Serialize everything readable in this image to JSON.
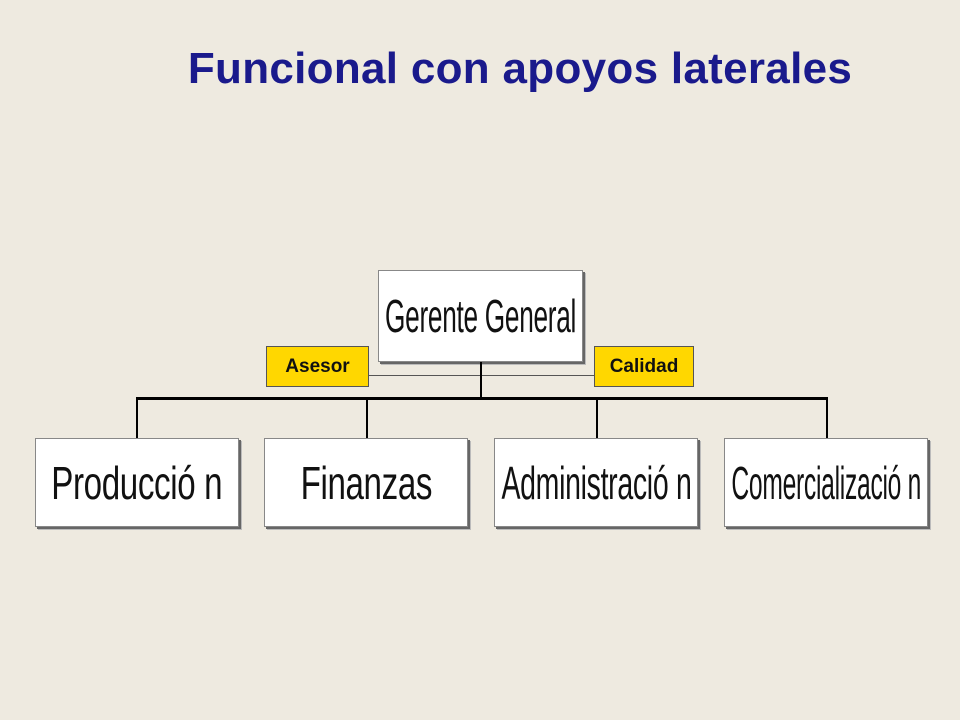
{
  "title": "Funcional con apoyos laterales",
  "top": {
    "label": "Gerente General"
  },
  "staff": [
    {
      "label": "Asesor",
      "color": "#FFD700"
    },
    {
      "label": "Calidad",
      "color": "#FFD700"
    }
  ],
  "departments": [
    {
      "label": "Producció n"
    },
    {
      "label": "Finanzas"
    },
    {
      "label": "Administració n"
    },
    {
      "label": "Comercializació n"
    }
  ],
  "colors": {
    "title": "#1A1A8C",
    "background": "#EEEAE0",
    "staff_fill": "#FFD700"
  }
}
